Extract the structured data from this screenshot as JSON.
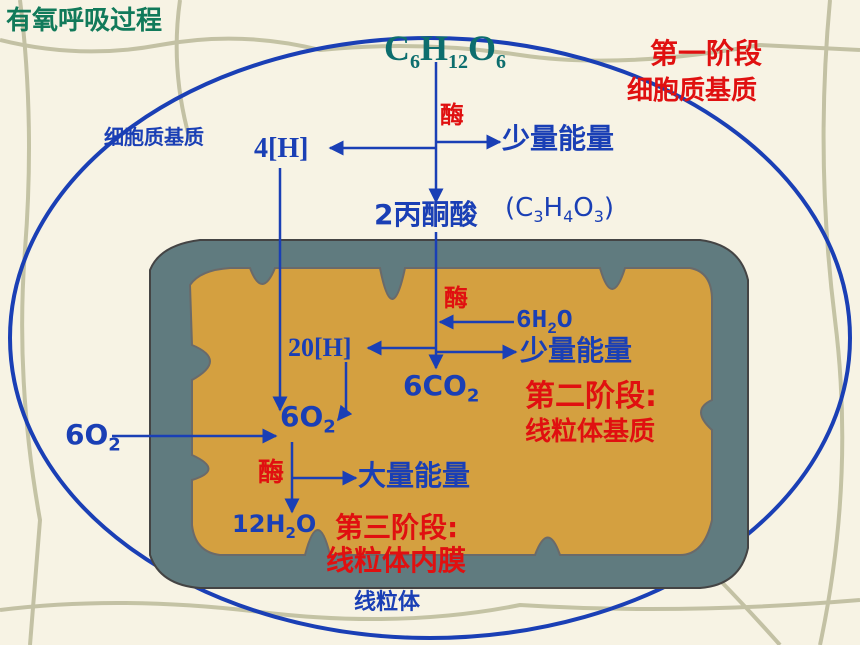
{
  "title": "有氧呼吸过程",
  "glucose": {
    "c": "C",
    "c_n": "6",
    "h": "H",
    "h_n": "12",
    "o": "O",
    "o_n": "6"
  },
  "stage1": {
    "name": "第一阶段",
    "location": "细胞质基质"
  },
  "cytoplasm_label": "细胞质基质",
  "h4": "4[H]",
  "enzyme": "酶",
  "small_energy": "少量能量",
  "pyruvate": "2丙酮酸",
  "pyruvate_formula": {
    "open": "(C",
    "n1": "3",
    "h": "H",
    "n2": "4",
    "o": "O",
    "n3": "3",
    "close": ")"
  },
  "water6": {
    "pre": "6H",
    "n": "2",
    "post": "O"
  },
  "h20": "20[H]",
  "co2": {
    "pre": "6CO",
    "n": "2"
  },
  "stage2": {
    "name": "第二阶段:",
    "location": "线粒体基质"
  },
  "o2": {
    "pre": "6O",
    "n": "2"
  },
  "large_energy": "大量能量",
  "water12": {
    "pre": "12H",
    "n": "2",
    "post": "O"
  },
  "stage3": {
    "name": "第三阶段:",
    "location": "线粒体内膜"
  },
  "mitochondrion": "线粒体",
  "colors": {
    "blue": "#1a3fb5",
    "red": "#e01010",
    "teal": "#0d6e6e",
    "membrane": "#607b7f",
    "matrix": "#d4a040"
  }
}
